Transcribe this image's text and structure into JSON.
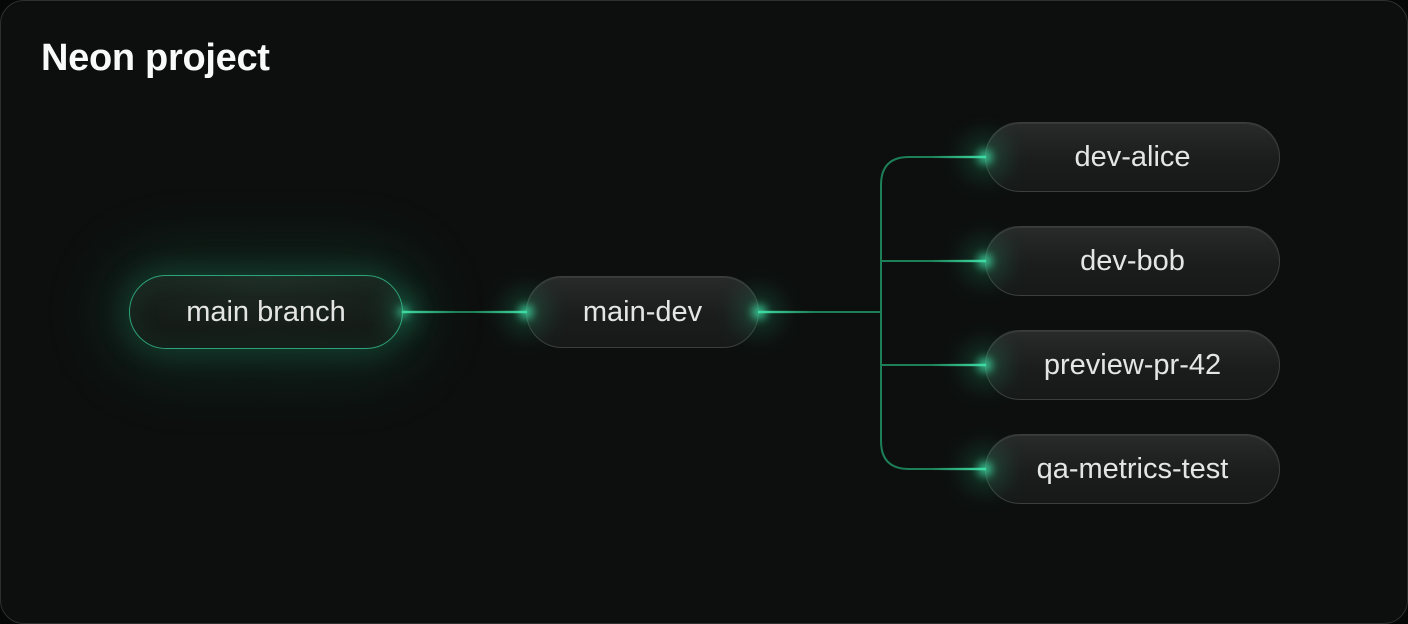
{
  "card": {
    "title": "Neon project"
  },
  "colors": {
    "card-bg": "#0d0f0e",
    "card-border": "#2d302f",
    "title-color": "#f8f9f9",
    "node-text": "#e4e6e5",
    "node-border": "#3b3e3d",
    "root-border": "#2da37a",
    "accent-line": "#1c7f58",
    "accent-glow": "#42e3a8"
  },
  "tree": {
    "root": {
      "label": "main branch"
    },
    "trunk": {
      "label": "main-dev"
    },
    "children": [
      {
        "label": "dev-alice"
      },
      {
        "label": "dev-bob"
      },
      {
        "label": "preview-pr-42"
      },
      {
        "label": "qa-metrics-test"
      }
    ]
  }
}
